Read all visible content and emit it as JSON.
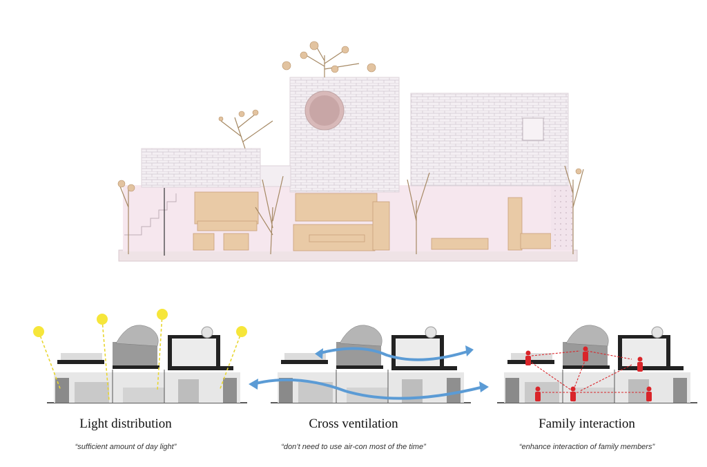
{
  "panels": [
    {
      "title": "Light distribution",
      "quote": "“sufficient amount of day light”"
    },
    {
      "title": "Cross ventilation",
      "quote": "“don’t need to use air-con  most of the time”"
    },
    {
      "title": "Family interaction",
      "quote": "“enhance interaction of family members”"
    }
  ],
  "colors": {
    "sun": "#f6e63a",
    "wind": "#5b9bd5",
    "people": "#d9252a",
    "wood": "#e8c9a5",
    "brick": "#f3eef2"
  }
}
